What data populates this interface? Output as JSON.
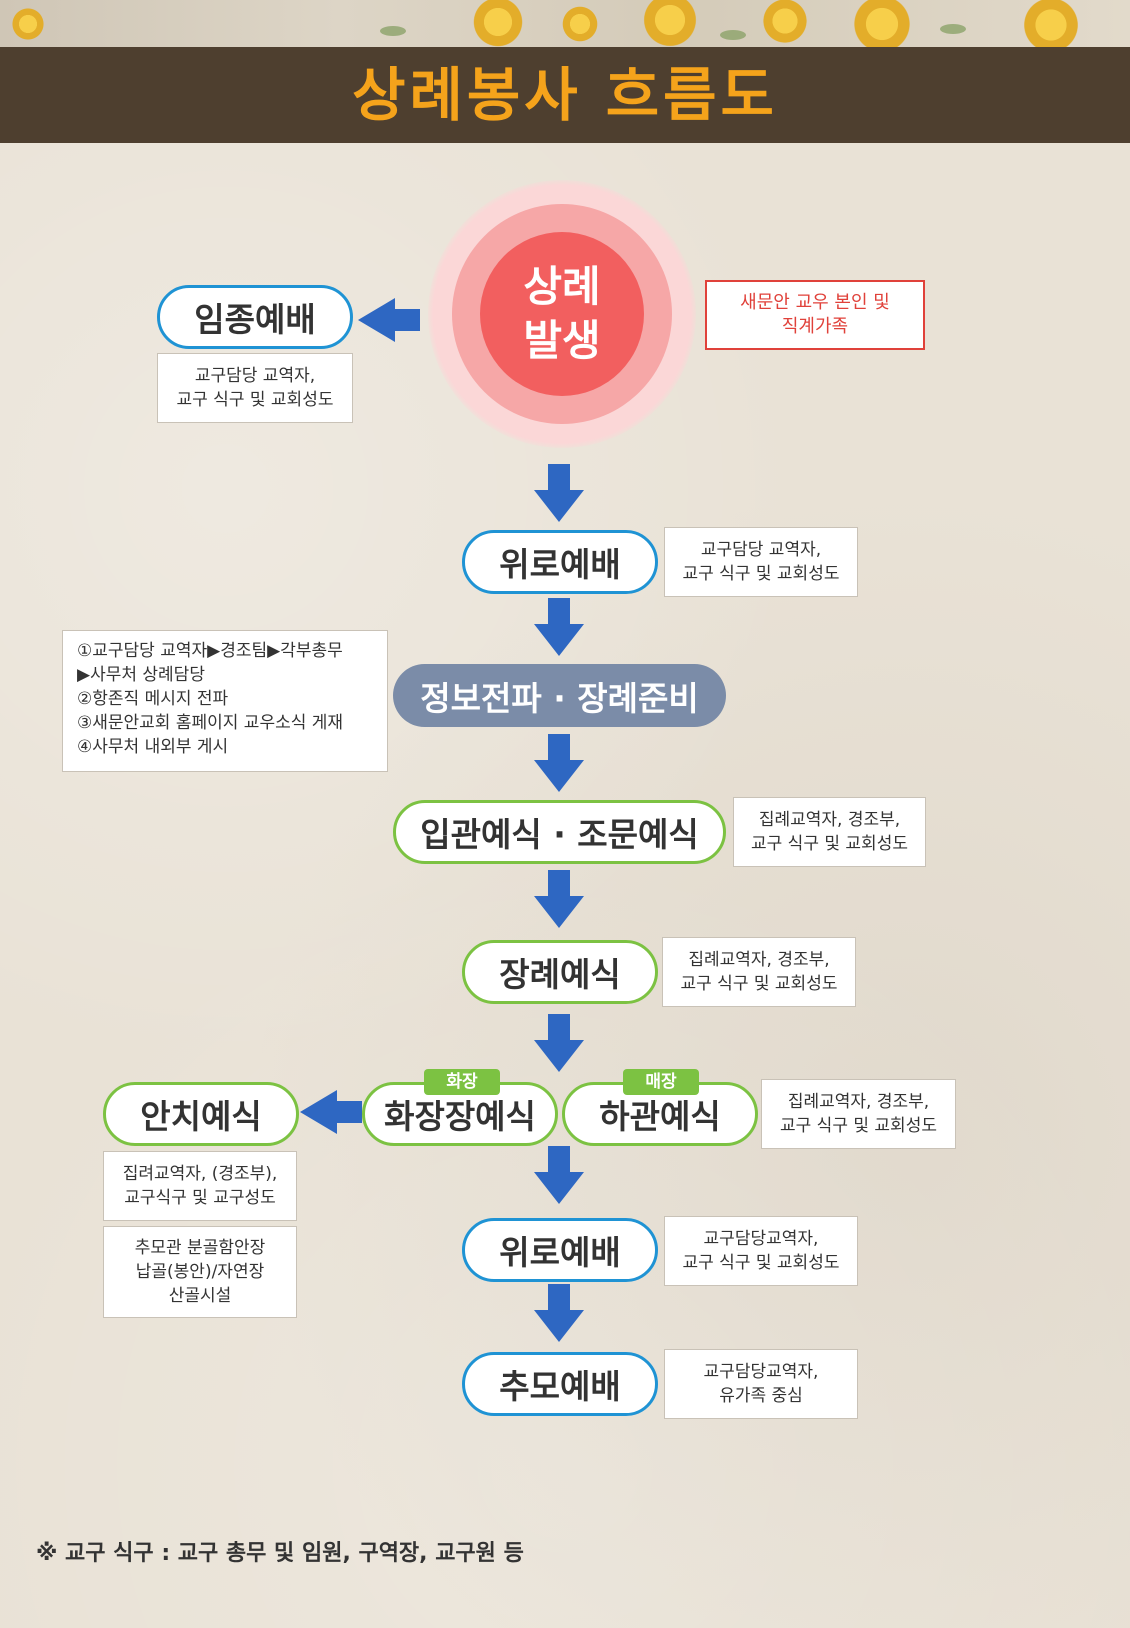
{
  "title": "상례봉사 흐름도",
  "start": {
    "label": "상례\n발생",
    "note": "새문안 교우 본인 및\n직계가족"
  },
  "nodes": {
    "imjong": {
      "label": "임종예배",
      "note": "교구담당 교역자,\n교구 식구 및 교회성도"
    },
    "wiro1": {
      "label": "위로예배",
      "note": "교구담당 교역자,\n교구 식구 및 교회성도"
    },
    "info": {
      "label": "정보전파 · 장례준비",
      "note": "①교구담당 교역자▶경조팀▶각부총무\n     ▶사무처 상례담당\n②항존직 메시지 전파\n③새문안교회 홈페이지 교우소식 게재\n④사무처 내외부 게시"
    },
    "ipgwan": {
      "label": "입관예식 · 조문예식",
      "note": "집례교역자, 경조부,\n교구 식구 및 교회성도"
    },
    "jangrye": {
      "label": "장례예식",
      "note": "집례교역자, 경조부,\n교구 식구 및 교회성도"
    },
    "hwajang": {
      "label": "화장장예식",
      "tag": "화장"
    },
    "hagwan": {
      "label": "하관예식",
      "tag": "매장",
      "note": "집례교역자, 경조부,\n교구 식구 및 교회성도"
    },
    "anchi": {
      "label": "안치예식",
      "note1": "집려교역자, (경조부),\n교구식구 및 교구성도",
      "note2": "추모관 분골함안장\n납골(봉안)/자연장\n산골시설"
    },
    "wiro2": {
      "label": "위로예배",
      "note": "교구담당교역자,\n교구 식구 및 교회성도"
    },
    "chumo": {
      "label": "추모예배",
      "note": "교구담당교역자,\n유가족 중심"
    }
  },
  "footer": "※ 교구 식구 : 교구 총무 및 임원, 구역장, 교구원 등",
  "colors": {
    "banner": "#4e3f2f",
    "title": "#f5a31b",
    "blue_border": "#1f93d4",
    "green_border": "#7cc242",
    "arrow": "#2e67c2",
    "alert": "#e0413a"
  }
}
